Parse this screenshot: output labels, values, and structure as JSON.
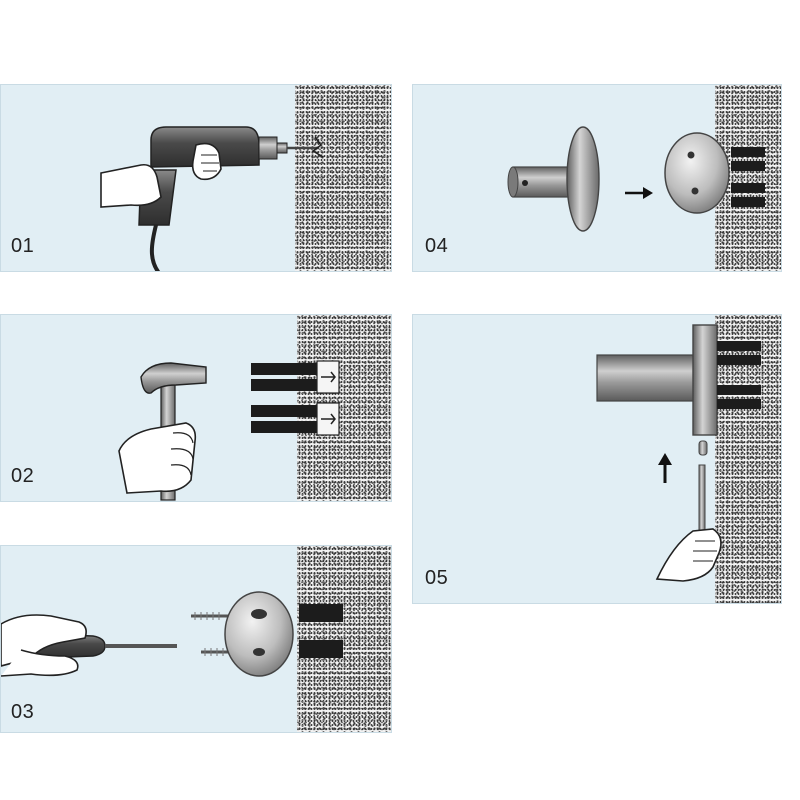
{
  "steps": [
    {
      "number": "01",
      "action": "drill"
    },
    {
      "number": "02",
      "action": "hammer"
    },
    {
      "number": "03",
      "action": "screwdriver"
    },
    {
      "number": "04",
      "action": "attach-cover"
    },
    {
      "number": "05",
      "action": "hex-key"
    }
  ],
  "colors": {
    "panel": "#e1eef4",
    "wall": "#f1f1f1",
    "metal_dark": "#6f6f6f",
    "metal_light": "#d6d6d6",
    "anchor": "#1c1c1c",
    "outline": "#333333"
  },
  "icons": [
    "drill-icon",
    "hammer-icon",
    "screwdriver-icon",
    "wall-anchor-icon",
    "mounting-plate-icon",
    "towel-bar-icon",
    "hex-key-icon",
    "arrow-icon",
    "hand-icon"
  ]
}
